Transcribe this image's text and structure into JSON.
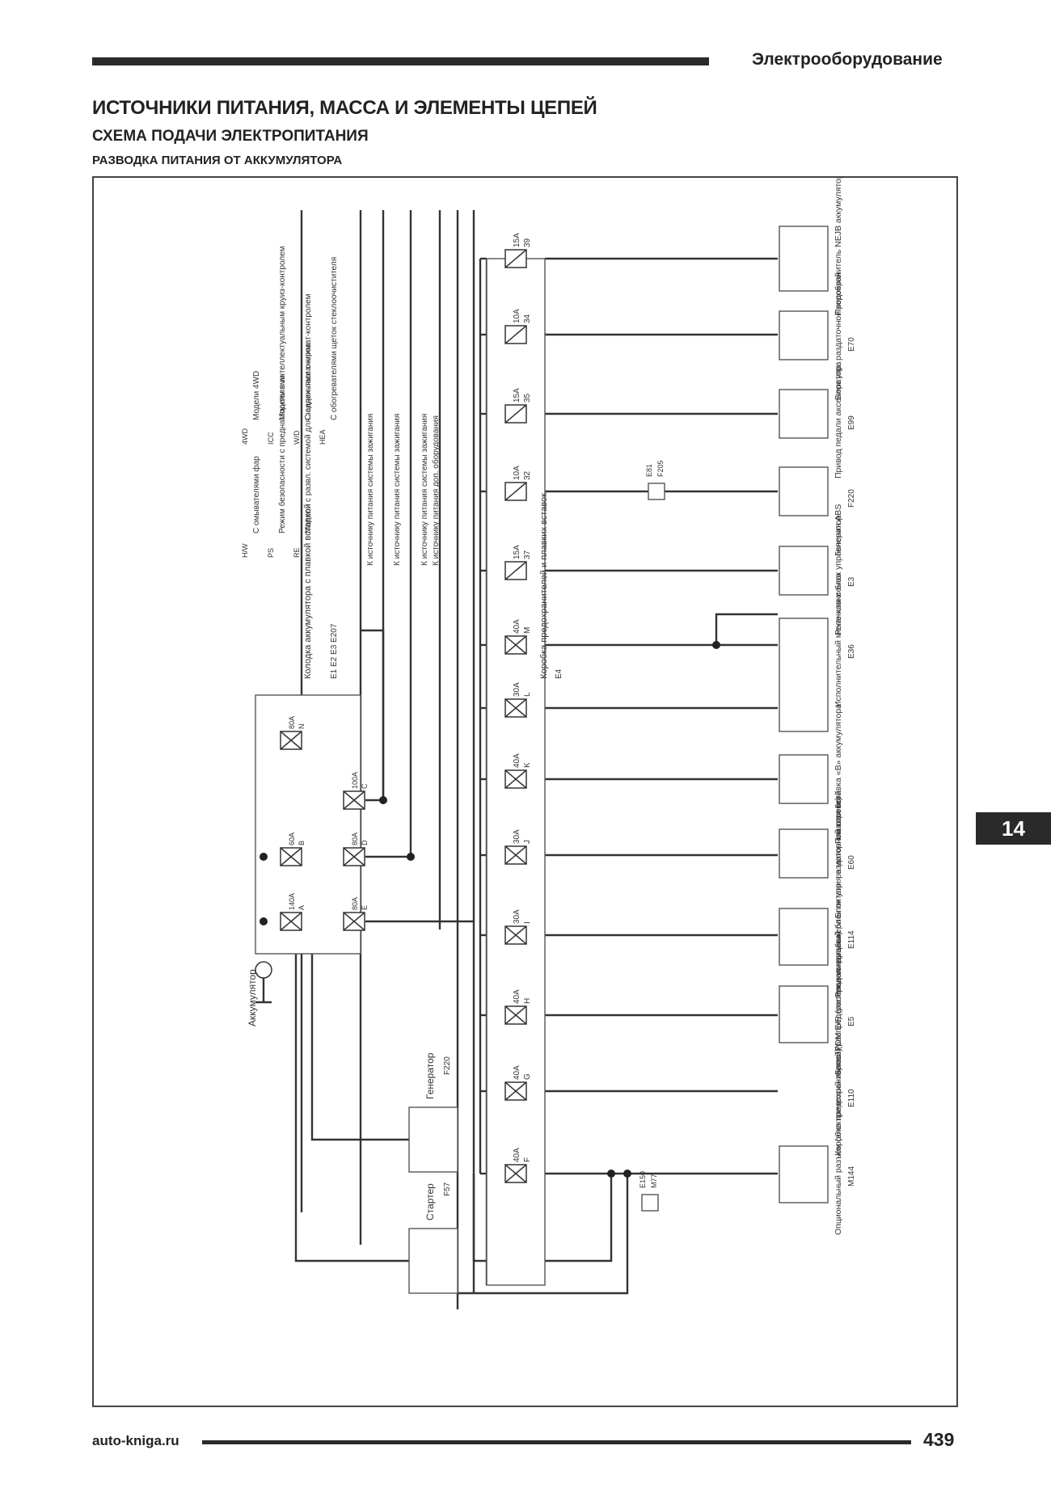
{
  "header": {
    "section": "Электрооборудование"
  },
  "titles": {
    "main": "ИСТОЧНИКИ ПИТАНИЯ, МАССА И ЭЛЕМЕНТЫ ЦЕПЕЙ",
    "sub": "СХЕМА ПОДАЧИ ЭЛЕКТРОПИТАНИЯ",
    "subsub": "РАЗВОДКА ПИТАНИЯ ОТ АККУМУЛЯТОРА"
  },
  "legend": [
    {
      "code": "4WD",
      "text": "Модели 4WD"
    },
    {
      "code": "ICC",
      "text": "Модели с интеллектуальным круиз-контролем"
    },
    {
      "code": "W/D",
      "text": "С сиденьями с климат-контролем"
    },
    {
      "code": "HEA",
      "text": "С обогревателями щеток стеклоочистителя"
    },
    {
      "code": "H/W",
      "text": "С омывателями фар"
    },
    {
      "code": "PS",
      "text": "Режим безопасности с преднатяжителями"
    },
    {
      "code": "RE",
      "text": "Модели с развл. системой для задних пассажиров"
    }
  ],
  "outputs": [
    "К источнику питания системы зажигания",
    "К источнику питания системы зажигания",
    "К источнику питания системы зажигания",
    "К источнику питания доп. оборудования"
  ],
  "fusible_link_label": "Колодка аккумулятора с плавкой вставкой",
  "fusible_link_codes": [
    "E1",
    "E2",
    "E3",
    "E207"
  ],
  "fuse_box_label": "Коробка предохранителей и плавких вставок",
  "fuse_box_code": "E4",
  "battery_label": "Аккумулятор",
  "left_components": [
    {
      "name": "Генератор",
      "code": "F220"
    },
    {
      "name": "Стартер",
      "code": "F57"
    }
  ],
  "fuses": [
    {
      "rating": "15A",
      "id": "39"
    },
    {
      "rating": "10A",
      "id": "34"
    },
    {
      "rating": "15A",
      "id": "35"
    },
    {
      "rating": "10A",
      "id": "32"
    },
    {
      "rating": "15A",
      "id": "37"
    },
    {
      "rating": "40A",
      "id": "M"
    },
    {
      "rating": "30A",
      "id": "L"
    },
    {
      "rating": "40A",
      "id": "K"
    },
    {
      "rating": "30A",
      "id": "J"
    },
    {
      "rating": "30A",
      "id": "I"
    },
    {
      "rating": "40A",
      "id": "H"
    },
    {
      "rating": "40A",
      "id": "G"
    },
    {
      "rating": "40A",
      "id": "F"
    }
  ],
  "link_fuses": [
    {
      "rating": "80A",
      "id": "N"
    },
    {
      "rating": "100A",
      "id": "C"
    },
    {
      "rating": "80A",
      "id": "D"
    },
    {
      "rating": "60A",
      "id": "B"
    },
    {
      "rating": "140A",
      "id": "A"
    },
    {
      "rating": "80A",
      "id": "E"
    }
  ],
  "components": [
    {
      "name": "Предохранитель NEJB аккумулятора",
      "code": ""
    },
    {
      "name": "Блок упр. раздаточной коробкой",
      "code": "E70"
    },
    {
      "name": "Привод педали акселератора",
      "code": "E99"
    },
    {
      "name": "Генератор",
      "code": "F220"
    },
    {
      "name": "Реле клаксонов",
      "code": "E3"
    },
    {
      "name": "Исполнительный механизм и блок управления ABS",
      "code": "E36"
    },
    {
      "name": "Плавкая вставка «В» аккумулятора",
      "code": ""
    },
    {
      "name": "Блок упр. раздаточной коробкой",
      "code": "E60"
    },
    {
      "name": "Реле кондиционера",
      "code": "E114"
    },
    {
      "name": "Блок IPDM E/R (распределительный блок питания в моторном отсеке)",
      "code": "E5"
    },
    {
      "name": "Коробка предохранителей (распределительная коробка)",
      "code": "E110"
    },
    {
      "name": "Опциональный разъем (электрический тормоз)",
      "code": "M144"
    }
  ],
  "connector_codes": [
    "E81",
    "F205",
    "E150",
    "M77"
  ],
  "chapter_tab": "14",
  "footer": {
    "site": "auto-kniga.ru",
    "page": "439"
  }
}
